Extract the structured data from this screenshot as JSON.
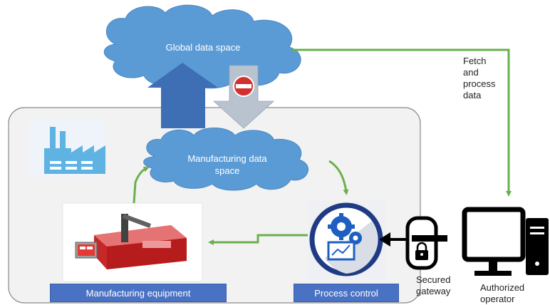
{
  "clouds": {
    "global": "Global data space",
    "manufacturing_line1": "Manufacturing data",
    "manufacturing_line2": "space"
  },
  "labels": {
    "manufacturing_equipment": "Manufacturing equipment",
    "process_control": "Process control",
    "fetch_line1": "Fetch",
    "fetch_line2": "and",
    "fetch_line3": "process",
    "fetch_line4": "data",
    "gateway_line1": "Secured",
    "gateway_line2": "gateway",
    "operator_line1": "Authorized",
    "operator_line2": "operator"
  },
  "icons": [
    "factory-icon",
    "no-entry-icon",
    "gears-icon",
    "padlock-icon",
    "computer-icon"
  ],
  "colors": {
    "cloud": "#5b9bd5",
    "green": "#6ab04c",
    "blue_arrow": "#3e6fb5",
    "grey_arrow": "#b9c3d0",
    "label_box": "#4a72c4",
    "ring": "#1f3b84",
    "red": "#d32f2f"
  }
}
